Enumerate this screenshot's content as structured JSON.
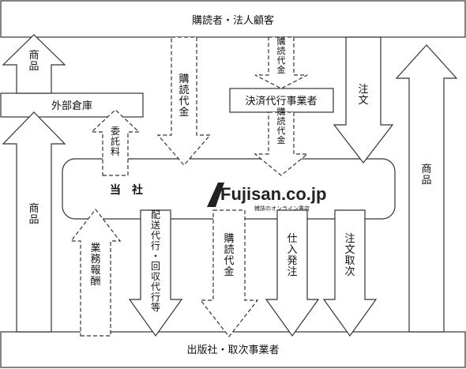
{
  "top_bar": {
    "label": "購読者・法人顧客"
  },
  "bottom_bar": {
    "label": "出版社・取次事業者"
  },
  "warehouse": {
    "label": "外部倉庫"
  },
  "settlement": {
    "label": "決済代行事業者"
  },
  "company": {
    "label": "当　社",
    "logo_text": "Fujisan.co.jp",
    "logo_tagline": "雑誌のオンライン書店"
  },
  "arrows": {
    "goods_left_top": "商品",
    "goods_left_bottom": "商品",
    "subscription_fee_1": "購読代金",
    "subscription_fee_2": "購読代金",
    "subscription_fee_3": "購読代金",
    "subscription_fee_4": "購読代金",
    "commission": "委託料",
    "order_top": "注文",
    "goods_right": "商品",
    "business_fee": "業務報酬",
    "delivery": "配送代行・回収代行等",
    "purchase_order": "仕入発注",
    "order_agency": "注文取次"
  },
  "colors": {
    "line": "#333333",
    "background": "#ffffff",
    "logo_dark": "#222222"
  }
}
